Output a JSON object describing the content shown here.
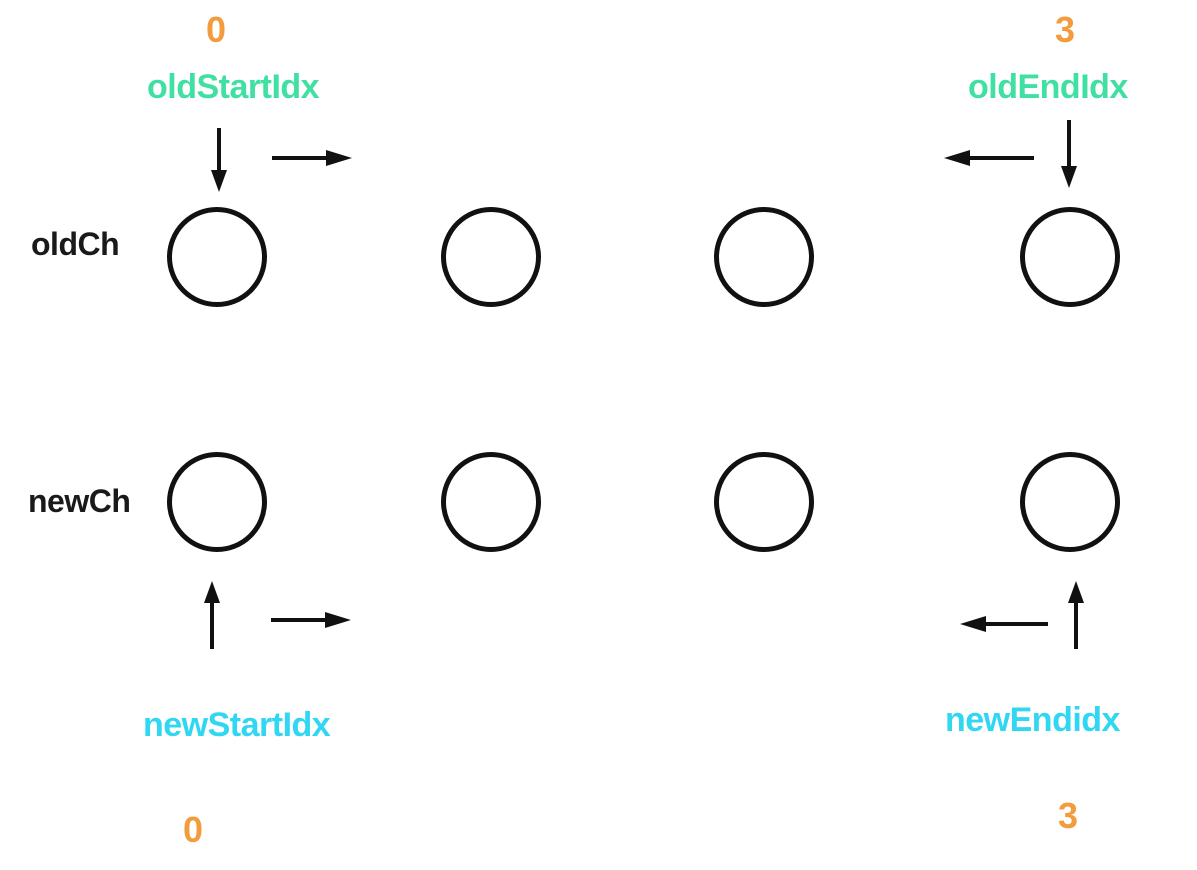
{
  "diagram_title": "vnode children diff pointers",
  "colors": {
    "index_number": "#f39c3d",
    "old_pointer_label": "#3fe0a2",
    "new_pointer_label": "#31d7f2",
    "diagram_ink": "#111111",
    "background": "#ffffff"
  },
  "old_row": {
    "label": "oldCh",
    "node_count": 4,
    "start_index": "0",
    "end_index": "3",
    "start_pointer": "oldStartIdx",
    "end_pointer": "oldEndIdx"
  },
  "new_row": {
    "label": "newCh",
    "node_count": 4,
    "start_index": "0",
    "end_index": "3",
    "start_pointer": "newStartIdx",
    "end_pointer": "newEndidx"
  },
  "icons": {
    "old_start_down_arrow": "down-arrow",
    "old_start_right_arrow": "right-arrow",
    "old_end_left_arrow": "left-arrow",
    "old_end_down_arrow": "down-arrow",
    "new_start_up_arrow": "up-arrow",
    "new_start_right_arrow": "right-arrow",
    "new_end_left_arrow": "left-arrow",
    "new_end_up_arrow": "up-arrow"
  }
}
